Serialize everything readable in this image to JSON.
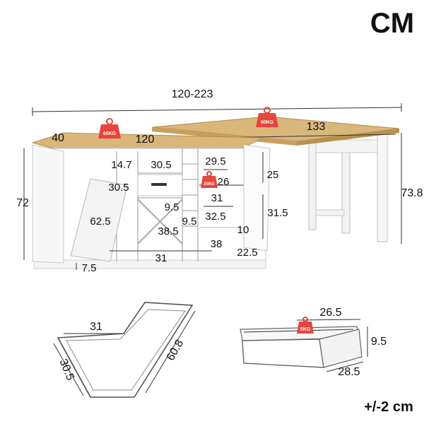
{
  "header": {
    "unit": "CM",
    "tolerance": "+/-2 cm"
  },
  "dimensions": {
    "total_width": "120-223",
    "depth": "40",
    "cabinet_width": "120",
    "height_left": "72",
    "desk_top_width": "133",
    "height_right": "73.8",
    "shelf_width": "14.7",
    "drawer_width": "30.5",
    "bin_width": "30.5",
    "bin_height": "62.5",
    "base_left": "7.5",
    "wine_base": "31",
    "wine_x_height": "38.5",
    "slot_a": "9.5",
    "slot_b": "9.5",
    "right_upper_width": "29.5",
    "right_upper_depth": "26",
    "right_upper_height": "25",
    "right_mid_width": "31",
    "right_mid_height": "32.5",
    "right_lower_height": "31.5",
    "right_lower_depth": "10",
    "right_base_depth": "38",
    "right_base_width": "22.5"
  },
  "loads": {
    "top_left": "60KG",
    "top_right": "60KG",
    "shelf": "25KG",
    "drawer": "5KG"
  },
  "detail_bin": {
    "width": "31",
    "depth": "30.5",
    "height": "60.8"
  },
  "detail_drawer": {
    "width": "26.5",
    "height": "9.5",
    "depth": "28.5"
  },
  "colors": {
    "wood": "#d9b67a",
    "panel": "#ffffff",
    "frame": "#eeeeee",
    "load_badge": "#e8453c"
  }
}
